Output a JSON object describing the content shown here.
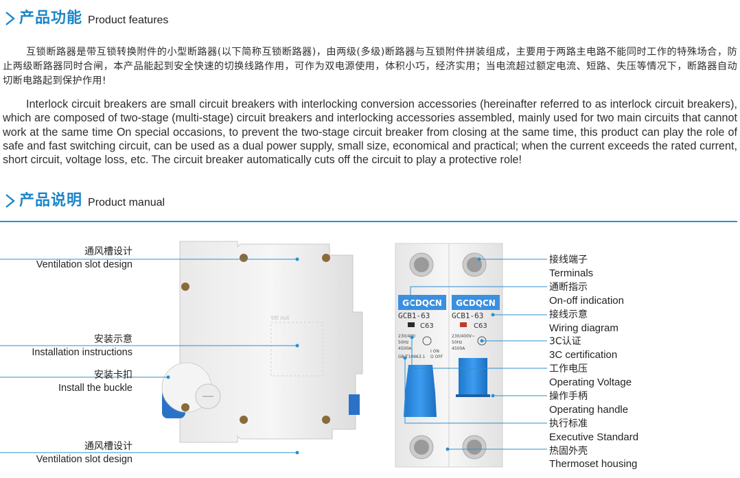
{
  "sections": {
    "features": {
      "title_cn": "产品功能",
      "title_en": "Product features"
    },
    "manual": {
      "title_cn": "产品说明",
      "title_en": "Product manual"
    }
  },
  "paragraphs": {
    "cn": "互锁断路器是带互锁转换附件的小型断路器(以下简称互锁断路器)，由两级(多级)断路器与互锁附件拼装组成，主要用于两路主电路不能同时工作的特殊场合，防止两级断路器同时合闸，本产品能起到安全快速的切换线路作用，可作为双电源使用，体积小巧，经济实用；当电流超过额定电流、短路、失压等情况下，断路器自动切断电路起到保护作用!",
    "en": "Interlock circuit breakers are small circuit breakers with interlocking conversion accessories (hereinafter referred to as interlock circuit breakers), which are composed of two-stage (multi-stage) circuit breakers and interlocking accessories assembled, mainly used for two main circuits that cannot work at the same time On special occasions, to prevent the two-stage circuit breaker from closing at the same time, this product can play the role of safe and fast switching circuit, can be used as a dual power supply, small size, economical and practical; when the current exceeds the rated current, short circuit, voltage loss, etc. The circuit breaker automatically cuts off the circuit to play a protective role!"
  },
  "left_labels": [
    {
      "cn": "通风槽设计",
      "en": "Ventilation slot design"
    },
    {
      "cn": "安装示意",
      "en": "Installation instructions"
    },
    {
      "cn": "安装卡扣",
      "en": "Install the buckle"
    },
    {
      "cn": "通风槽设计",
      "en": "Ventilation slot design"
    }
  ],
  "right_labels": [
    {
      "cn": "接线端子",
      "en": "Terminals"
    },
    {
      "cn": "通断指示",
      "en": "On-off indication"
    },
    {
      "cn": "接线示意",
      "en": "Wiring diagram"
    },
    {
      "cn": "3C认证",
      "en": "3C certification"
    },
    {
      "cn": "工作电压",
      "en": "Operating Voltage"
    },
    {
      "cn": "操作手柄",
      "en": "Operating handle"
    },
    {
      "cn": "执行标准",
      "en": "Executive Standard"
    },
    {
      "cn": "热固外壳",
      "en": "Thermoset housing"
    }
  ],
  "product": {
    "brand": "GCDQCN",
    "model": "GCB1-63",
    "rating": "C63",
    "spec_left": [
      "230/400",
      "50Hz",
      "4500A"
    ],
    "spec_right": [
      "230/400V~",
      "50Hz",
      "4500A"
    ],
    "on_label": "I ON",
    "off_label": "O OFF",
    "standard": "GB/T10963.1",
    "tilt_label": "tilt out"
  },
  "colors": {
    "accent": "#1a86c8",
    "rule": "#2b8fd0",
    "handle": "#2f8fe0",
    "body": "#f2f2f2"
  }
}
